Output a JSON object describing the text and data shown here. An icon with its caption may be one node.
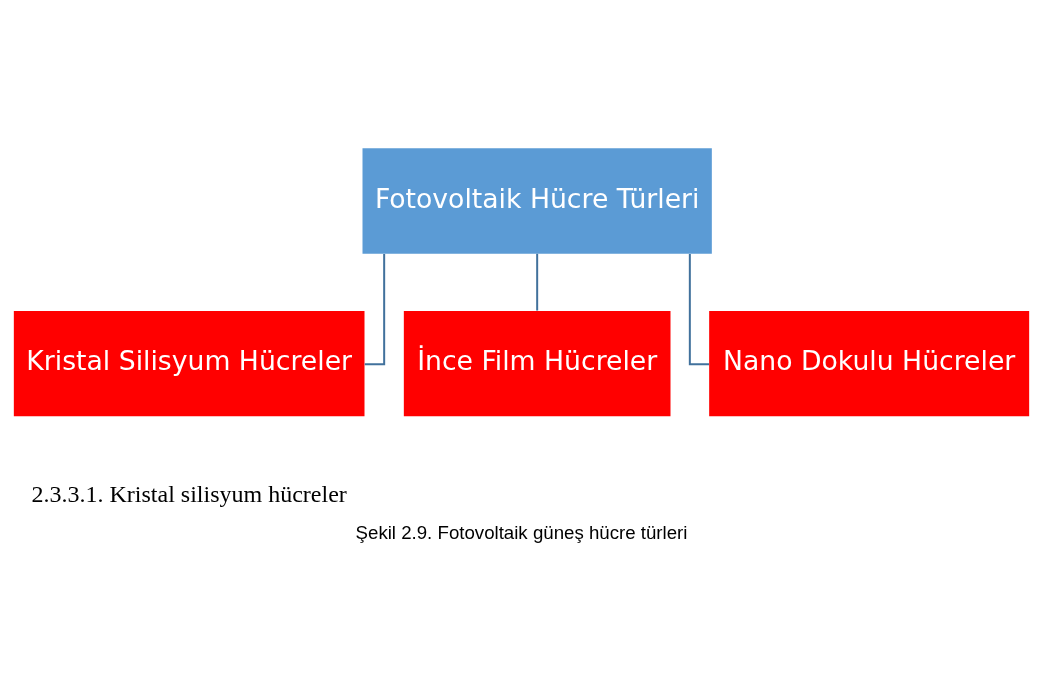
{
  "diagram": {
    "caption": "Şekil 2.9. Fotovoltaik güneş hücre türleri",
    "nodes": [
      {
        "text": [
          "Fotovoltaik Hücre Türleri"
        ]
      },
      {
        "text": [
          "Kristal Silisyum Hücreler"
        ]
      },
      {
        "text": [
          "İnce Film Hücreler"
        ]
      },
      {
        "text": [
          "Nano Dokulu Hücreler"
        ]
      }
    ],
    "edges": [
      {
        "from": 0,
        "to": 1,
        "arrow": "none"
      },
      {
        "from": 0,
        "to": 2,
        "arrow": "none"
      },
      {
        "from": 0,
        "to": 3,
        "arrow": "none"
      }
    ],
    "labels": [
      "2.3.3.1. Kristal silisyum hücreler"
    ]
  }
}
